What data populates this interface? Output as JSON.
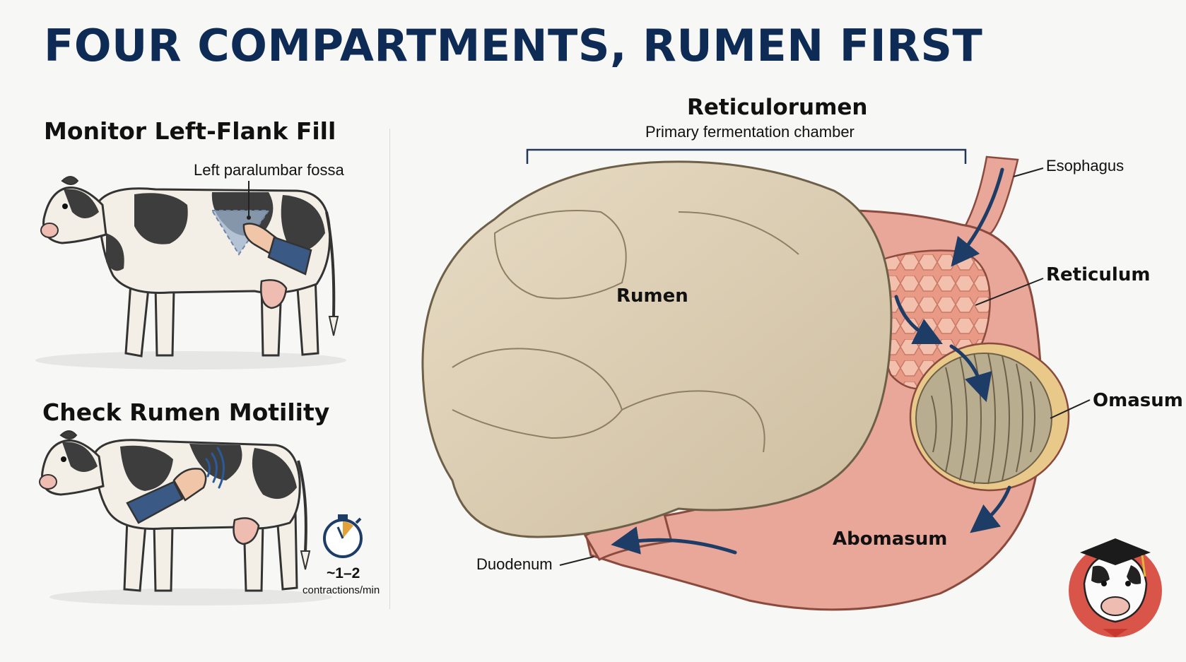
{
  "title": "FOUR COMPARTMENTS, RUMEN FIRST",
  "left_panel": {
    "flank": {
      "heading": "Monitor Left-Flank Fill",
      "callout": "Left paralumbar fossa"
    },
    "motility": {
      "heading": "Check Rumen Motility",
      "rate_value": "~1–2",
      "rate_unit": "contractions/min",
      "icon": "stopwatch-icon"
    }
  },
  "diagram": {
    "group_title": "Reticulorumen",
    "group_subtitle": "Primary fermentation chamber",
    "compartments": {
      "rumen": "Rumen",
      "reticulum": "Reticulum",
      "omasum": "Omasum",
      "abomasum": "Abomasum"
    },
    "tubes": {
      "esophagus": "Esophagus",
      "duodenum": "Duodenum"
    }
  },
  "colors": {
    "title": "#0d2b55",
    "arrow": "#1d3c66",
    "rumen": "#ddd0b8",
    "tract": "#e8a799",
    "reticulum": "#f0b8a6",
    "omasum": "#b9ad90"
  },
  "mascot": "cow-graduate-icon"
}
